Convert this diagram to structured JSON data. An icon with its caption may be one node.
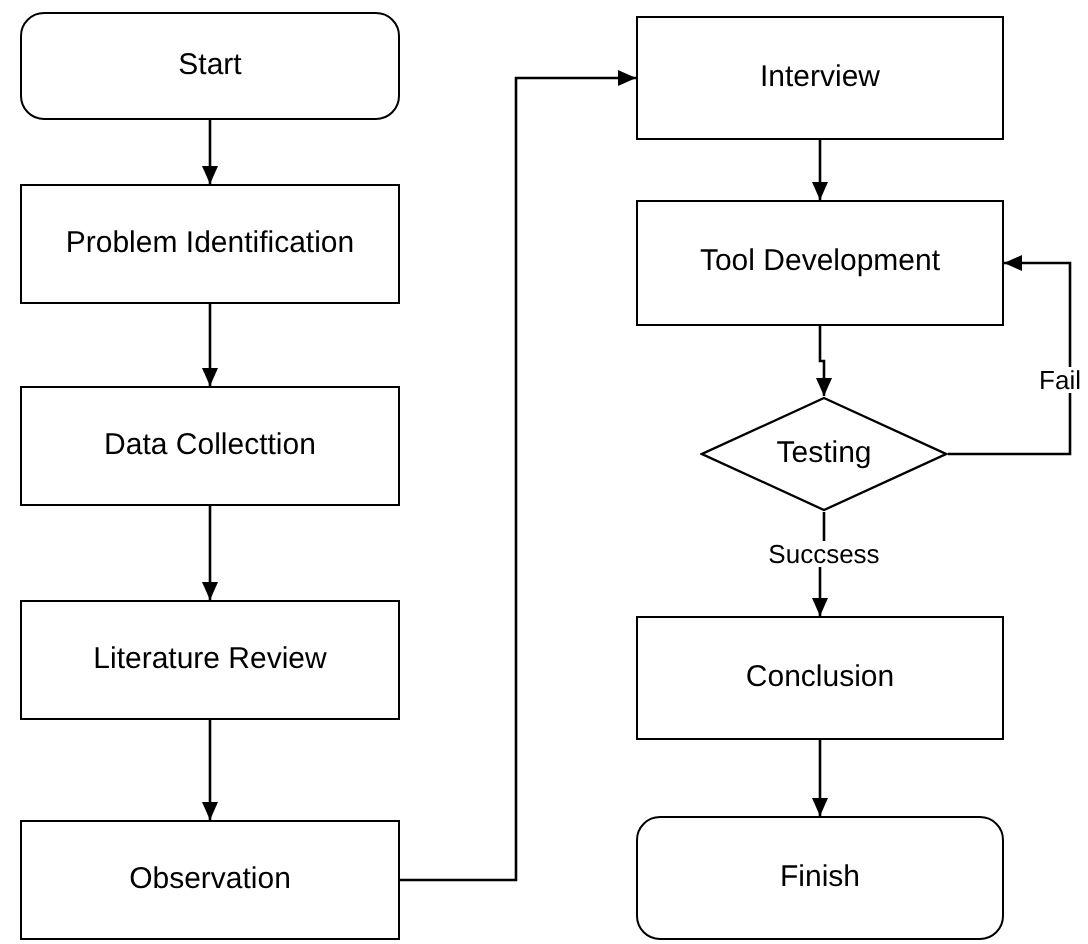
{
  "diagram": {
    "nodes": [
      {
        "text": [
          "Start"
        ]
      },
      {
        "text": [
          "Problem Identification"
        ]
      },
      {
        "text": [
          "Data Collecttion"
        ]
      },
      {
        "text": [
          "Literature Review"
        ]
      },
      {
        "text": [
          "Observation"
        ]
      },
      {
        "text": [
          "Interview"
        ]
      },
      {
        "text": [
          "Tool Development"
        ]
      },
      {
        "text": [
          "Testing"
        ]
      },
      {
        "text": [
          "Conclusion"
        ]
      },
      {
        "text": [
          "Finish"
        ]
      }
    ],
    "edges": [
      {
        "from": 0,
        "to": 1,
        "arrow": "to"
      },
      {
        "from": 1,
        "to": 2,
        "arrow": "to"
      },
      {
        "from": 2,
        "to": 3,
        "arrow": "to"
      },
      {
        "from": 3,
        "to": 4,
        "arrow": "to"
      },
      {
        "from": 4,
        "to": 5,
        "arrow": "to"
      },
      {
        "from": 5,
        "to": 6,
        "arrow": "to"
      },
      {
        "from": 6,
        "to": 7,
        "arrow": "to"
      },
      {
        "from": 7,
        "to": 6,
        "arrow": "to",
        "label": "Fail"
      },
      {
        "from": 7,
        "to": 8,
        "arrow": "to",
        "label": "Succsess"
      },
      {
        "from": 8,
        "to": 9,
        "arrow": "to"
      }
    ]
  }
}
